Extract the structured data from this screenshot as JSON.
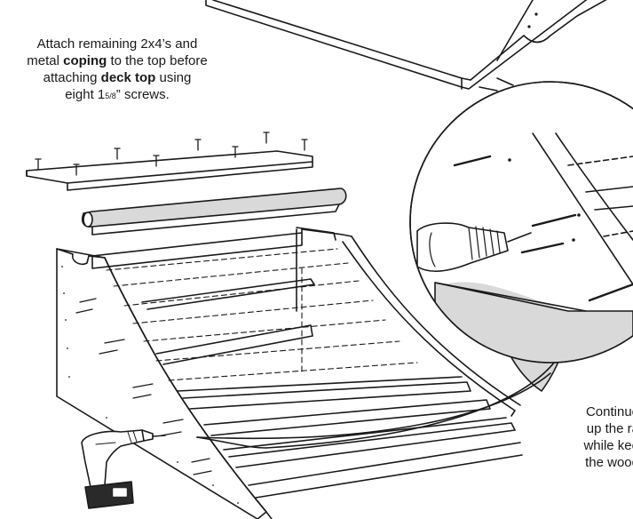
{
  "instruction": {
    "line1": "Attach remaining 2x4’s and",
    "line2_pre": "metal ",
    "line2_bold": "coping",
    "line2_post": " to the top before",
    "line3_pre": "attaching ",
    "line3_bold": "deck top",
    "line3_post": " using",
    "line4_pre": "eight 1",
    "line4_frac": "5/8",
    "line4_post": "” screws."
  },
  "side_note": {
    "lines": [
      "Continue",
      "up the ra",
      "while kee",
      "the wood"
    ]
  },
  "colors": {
    "line": "#1a1a1a",
    "fill": "#ffffff",
    "shade": "#d9d9d9",
    "drill_dark": "#2a2a2a"
  },
  "icons": {
    "drill": "cordless-drill-icon",
    "screw": "screw-icon"
  }
}
